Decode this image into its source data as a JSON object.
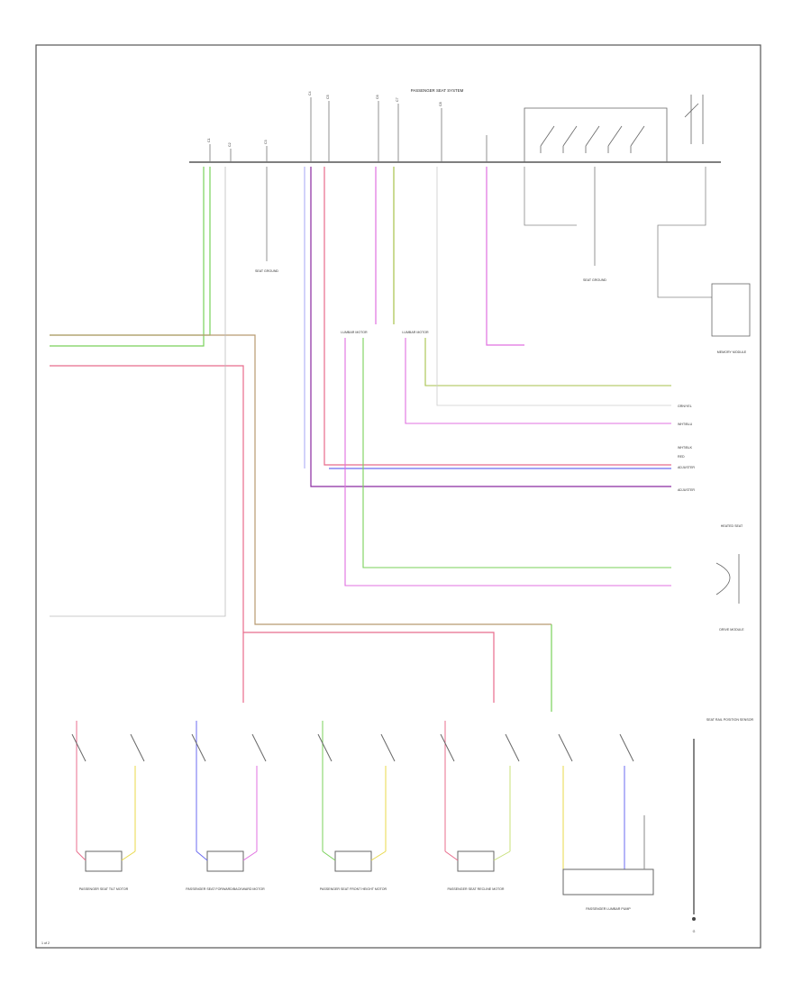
{
  "diagram": {
    "title": "PASSENGER SEAT SYSTEM",
    "footer_left": "1 of 2",
    "right_bottom_box_label": "SEAT RAIL POSITION SENSOR",
    "bottom_right_ground_label": "G",
    "colors": {
      "frame": "#555555",
      "line": "#666666",
      "wire_green": "#79d15a",
      "wire_pink": "#e86c8c",
      "wire_blue": "#6b6bf0",
      "wire_purple": "#8a2aa0",
      "wire_magenta": "#e070e0",
      "wire_lime": "#c8e07a",
      "wire_olive": "#a7c24b",
      "wire_tan": "#b89a70",
      "wire_yellow": "#e8d84a",
      "wire_gray": "#cccccc"
    },
    "top_connectors": [
      {
        "id": "c1",
        "label": "C1"
      },
      {
        "id": "c2",
        "label": "C2"
      },
      {
        "id": "c3",
        "label": "C3"
      },
      {
        "id": "c4",
        "label": "C4"
      },
      {
        "id": "c5",
        "label": "C5"
      },
      {
        "id": "c6",
        "label": "C6"
      },
      {
        "id": "c7",
        "label": "C7"
      },
      {
        "id": "c8",
        "label": "C8"
      }
    ],
    "mid_labels": [
      {
        "id": "seat-ground-1",
        "text": "SEAT GROUND"
      },
      {
        "id": "lumbar-left",
        "text": "LUMBAR MOTOR"
      },
      {
        "id": "lumbar-right",
        "text": "LUMBAR MOTOR"
      },
      {
        "id": "seat-ground-2",
        "text": "SEAT GROUND"
      },
      {
        "id": "memory-module",
        "text": "MEMORY MODULE"
      },
      {
        "id": "heated-seat",
        "text": "HEATED SEAT"
      },
      {
        "id": "drive-module",
        "text": "DRIVE MODULE"
      }
    ],
    "right_labels": [
      {
        "id": "r1",
        "text": "GRN/YEL"
      },
      {
        "id": "r2",
        "text": "WHT/BLU"
      },
      {
        "id": "r3",
        "text": "WHT/BLK"
      },
      {
        "id": "r4",
        "text": "RED"
      },
      {
        "id": "r5",
        "text": "ADJUSTER"
      },
      {
        "id": "r6",
        "text": "ADJUSTER"
      }
    ],
    "switch_groups": [
      {
        "id": "sw1",
        "label": "PASSENGER SEAT TILT MOTOR"
      },
      {
        "id": "sw2",
        "label": "PASSENGER SEAT FORWARD/BACKWARD MOTOR"
      },
      {
        "id": "sw3",
        "label": "PASSENGER SEAT FRONT HEIGHT MOTOR"
      },
      {
        "id": "sw4",
        "label": "PASSENGER SEAT RECLINE MOTOR"
      },
      {
        "id": "sw5",
        "label": "PASSENGER LUMBAR PUMP"
      }
    ]
  }
}
